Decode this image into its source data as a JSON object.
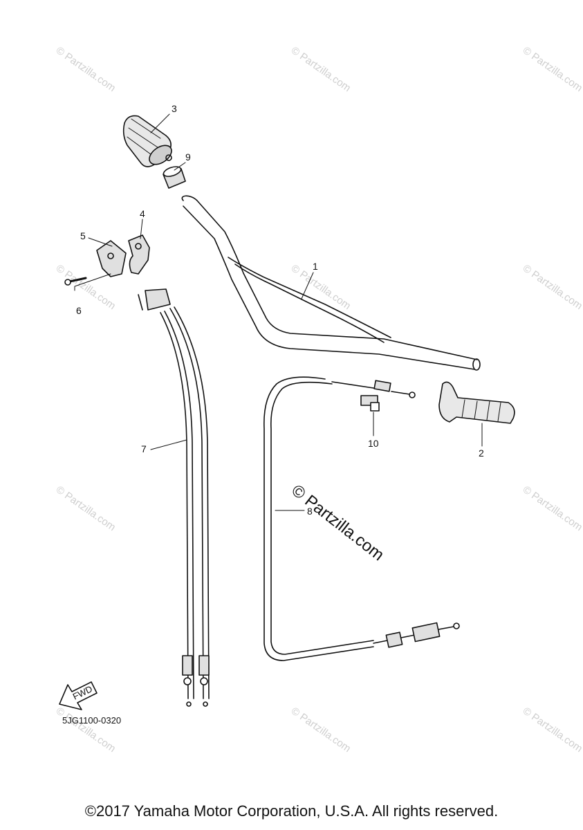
{
  "diagram": {
    "callouts": [
      "1",
      "2",
      "3",
      "4",
      "5",
      "6",
      "7",
      "8",
      "9",
      "10"
    ],
    "diagram_code": "5JG1100-0320",
    "fwd_label": "FWD",
    "watermark_text": "© Partzilla.com",
    "watermark_center": "© Partzilla.com"
  },
  "footer": {
    "copyright": "©2017 Yamaha Motor Corporation, U.S.A. All rights reserved."
  }
}
